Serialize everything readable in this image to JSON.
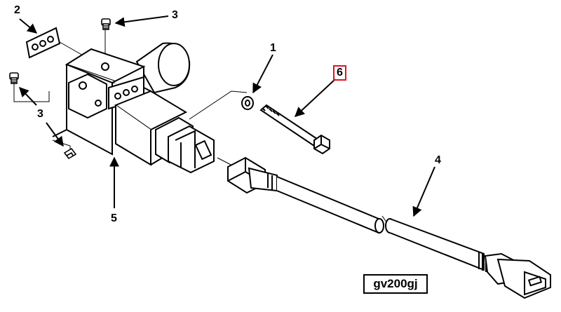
{
  "callouts": {
    "c1": "1",
    "c2": "2",
    "c3_top": "3",
    "c3_left": "3",
    "c4": "4",
    "c5": "5",
    "c6": "6"
  },
  "highlighted_callout": "6",
  "figure_id": "gv200gj",
  "colors": {
    "line": "#000000",
    "highlight": "#e0141e",
    "background": "#ffffff"
  }
}
